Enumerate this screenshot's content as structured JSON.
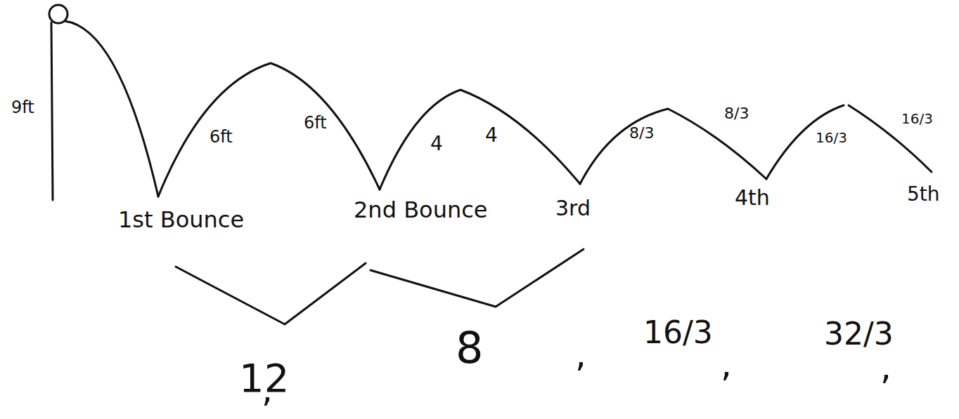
{
  "diagram": {
    "labels": [
      "9ft",
      "6ft",
      "6ft",
      "4",
      "4",
      "8/3",
      "8/3",
      "16/3",
      "16/3",
      "1st Bounce",
      "2nd Bounce",
      "3rd",
      "4th",
      "5th",
      "12",
      ",",
      "8",
      ",",
      "16/3",
      ",",
      "32/3",
      ","
    ]
  }
}
